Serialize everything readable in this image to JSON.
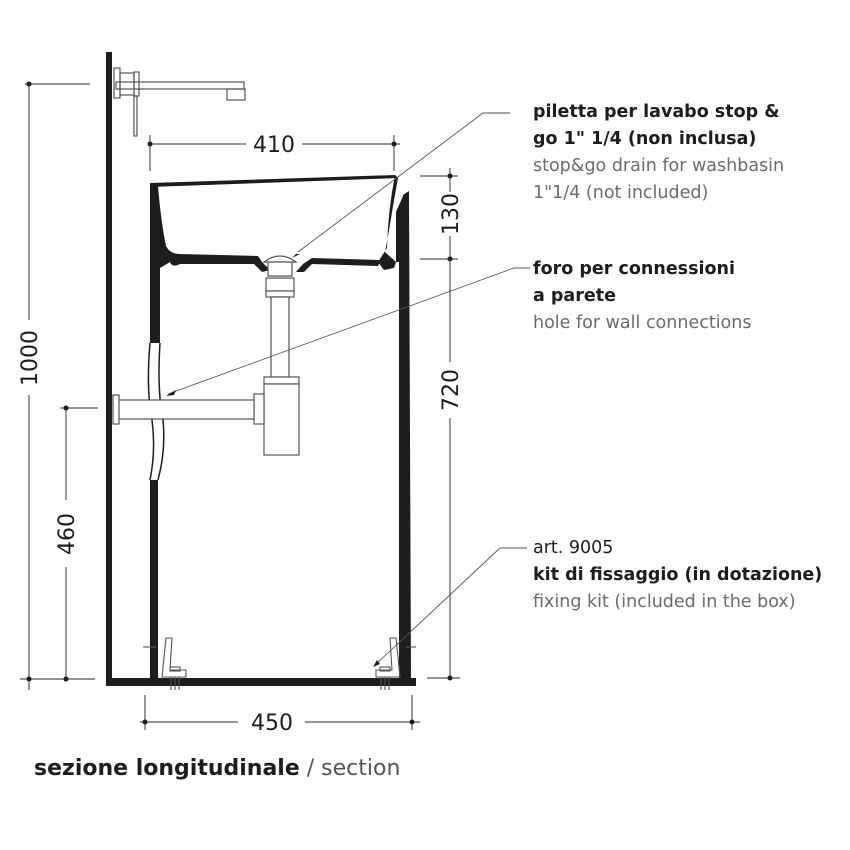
{
  "title": {
    "italian": "sezione longitudinale",
    "separator": " / ",
    "english": "section"
  },
  "dimensions": {
    "basin_width": "410",
    "base_width": "450",
    "basin_depth": "130",
    "pedestal_height": "720",
    "total_height": "1000",
    "wall_connection_height": "460"
  },
  "callouts": [
    {
      "italian_line1": "piletta per lavabo stop &",
      "italian_line2": "go 1\" 1/4 (non inclusa)",
      "english_line1": "stop&go drain for washbasin",
      "english_line2": "1\"1/4 (not included)"
    },
    {
      "italian_line1": "foro per connessioni",
      "italian_line2": "a parete",
      "english_line1": "hole for wall connections"
    },
    {
      "italian_line1": "art. 9005",
      "italian_line2": "kit di fissaggio (in dotazione)",
      "english_line1": "fixing kit (included in the box)"
    }
  ],
  "colors": {
    "ink": "#1d1d1b",
    "dim_line": "#555555",
    "secondary_text": "#6b6b6b"
  }
}
